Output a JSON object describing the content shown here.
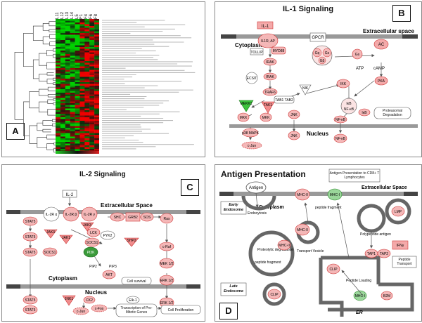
{
  "panels": {
    "a": {
      "label": "A",
      "samples": [
        "L11",
        "L12",
        "L13",
        "L14",
        "L5",
        "F1",
        "F4",
        "F6",
        "F8"
      ]
    },
    "b": {
      "label": "B",
      "title": "IL-1 Signaling",
      "regions": {
        "extracellular": "Extracellular space",
        "cytoplasm": "Cytoplasm",
        "nucleus": "Nucleus"
      },
      "nodes": {
        "il1": "IL-1",
        "il1r": "IL1R, AP",
        "gpcr": "GPCR",
        "tollip": "TOLLIP",
        "myd88": "MYD88",
        "irak": "IRAK",
        "gq": "Gq",
        "gs": "Gs",
        "gb": "Gβ",
        "ac": "AC",
        "atp": "ATP",
        "camp": "cAMP",
        "ecsit": "ECSIT",
        "traf6": "TRAF6",
        "tab": "TAB1 TAB2",
        "mekk1": "MEKK1",
        "tak1": "TAK1",
        "mkk": "MKK",
        "nik": "NIK",
        "ikk": "IKK",
        "pka": "PKA",
        "ikb": "IκB",
        "nfkb": "NF-κB",
        "proteasome": "Proteasomal Degradation",
        "jnk": "JNK",
        "p38": "p38 MAPK",
        "cjun": "c-Jun"
      }
    },
    "c": {
      "label": "C",
      "title": "IL-2 Signaling",
      "regions": {
        "extracellular": "Extracellular Space",
        "cytoplasm": "Cytoplasm",
        "nucleus": "Nucleus"
      },
      "nodes": {
        "il2": "IL-2",
        "il2ra": "IL-2R α",
        "il2rb": "IL-2R β",
        "il2rg": "IL-2R γ",
        "jak3": "JAK3",
        "jak1": "JAK1",
        "lck": "LCK",
        "shc": "SHC",
        "grb2": "GRB2",
        "sos": "SOS",
        "ras": "Ras",
        "stat5": "STAT5",
        "socs1": "SOCS1",
        "pyk2": "PYK2",
        "shp2": "SHP2",
        "craf": "c-Raf",
        "pi3k": "PI3K",
        "pip2": "PIP2",
        "pip3": "PIP3",
        "akt": "AKT",
        "mek": "MEK 1/2",
        "erk": "ERK 1/2",
        "cell_survival": "Cell survival",
        "jnk1": "JNK1",
        "ck2": "CK2",
        "elk1": "Elk-1",
        "cjun": "c-Jun",
        "cfos": "c-Fos",
        "transcription": "Transcription of Pro-Mitotic Genes",
        "proliferation": "Cell Proliferation"
      }
    },
    "d": {
      "label": "D",
      "title": "Antigen Presentation",
      "callout": "Antigen Presentation to CD8+ T Lymphocytes",
      "regions": {
        "extracellular": "Extracellular Space",
        "cytoplasm": "Cytoplasm",
        "early": "Early Endosome",
        "late": "Late Endosome",
        "er": "ER"
      },
      "nodes": {
        "antigen": "Antigen",
        "mhc2": "MHC-II",
        "mhc1": "MHC-I",
        "endocytosis": "Endocytosis",
        "peptide_fragment": "peptide fragment",
        "proteolytic": "Proteolytic degradation",
        "polypeptide_antigen": "Polypeptide antigen",
        "transport_vesicle": "Transport Vesicle",
        "clip": "CLIP",
        "ifng": "IFNγ",
        "tap1": "TAP1",
        "tap2": "TAP2",
        "peptide_transport": "Peptide Transport",
        "peptide_loading": "Peptide Loading",
        "b2m": "B2M",
        "lmp": "LMP"
      }
    }
  }
}
